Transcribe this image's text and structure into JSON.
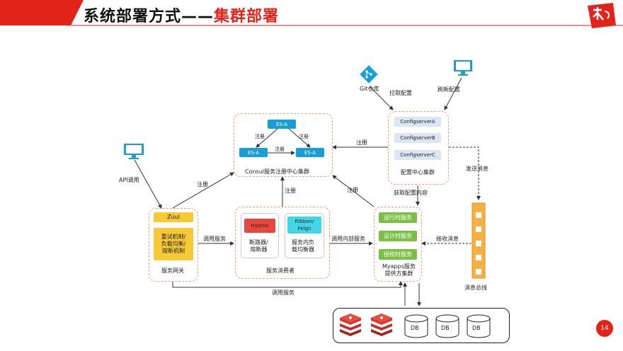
{
  "slide": {
    "title_prefix": "系统部署方式——",
    "title_highlight": "集群部署",
    "page_number": "14"
  },
  "colors": {
    "accent_red": "#e2231a",
    "dashed_border": "#f0a070",
    "es_blue": "#1a9ed8",
    "service_green": "#7ac143",
    "zuul_yellow": "#f7c934"
  },
  "consul": {
    "label": "Consul服务注册中心集群",
    "nodes": [
      "ES-A",
      "ES-A",
      "ES-A"
    ],
    "edge_labels": [
      "注册",
      "注册",
      "注册"
    ]
  },
  "config_center": {
    "label": "配置中心集群",
    "servers": [
      "ConfigserverA",
      "ConfigserverB",
      "ConfigserverC"
    ]
  },
  "git": {
    "label": "Git仓库",
    "pull_label": "拉取配置"
  },
  "refresh": {
    "label": "刷新配置"
  },
  "gateway": {
    "label": "服务网关",
    "zuul": "Zuul",
    "mechanism_lines": [
      "重试机制/",
      "负载均衡/",
      "熔断机制"
    ]
  },
  "api_call": {
    "label": "API调用"
  },
  "consumer": {
    "label": "服务消费者",
    "hystrix": "Hystrix",
    "hystrix_desc": [
      "断路器/",
      "熔断器"
    ],
    "ribbon": [
      "Ribbon/",
      "Feign"
    ],
    "ribbon_desc": [
      "服务内负",
      "载均衡器"
    ]
  },
  "provider": {
    "label_lines": [
      "Myapps服务",
      "提供方集群"
    ],
    "services": [
      "运行时服务",
      "设计时服务",
      "授权时服务"
    ]
  },
  "message_bus": {
    "label": "消息总线"
  },
  "arrows": {
    "gw_register": "注册",
    "call_service": "调用服务",
    "consumer_register": "注册",
    "call_internal": "调用内部服务",
    "provider_register": "注册",
    "config_register": "注册",
    "get_config": "获取配置内容",
    "send_message": "发送消息",
    "receive_message": "接收消息",
    "bottom_call": "调用服务"
  },
  "storage": {
    "db_labels": [
      "DB",
      "DB",
      "DB"
    ]
  }
}
